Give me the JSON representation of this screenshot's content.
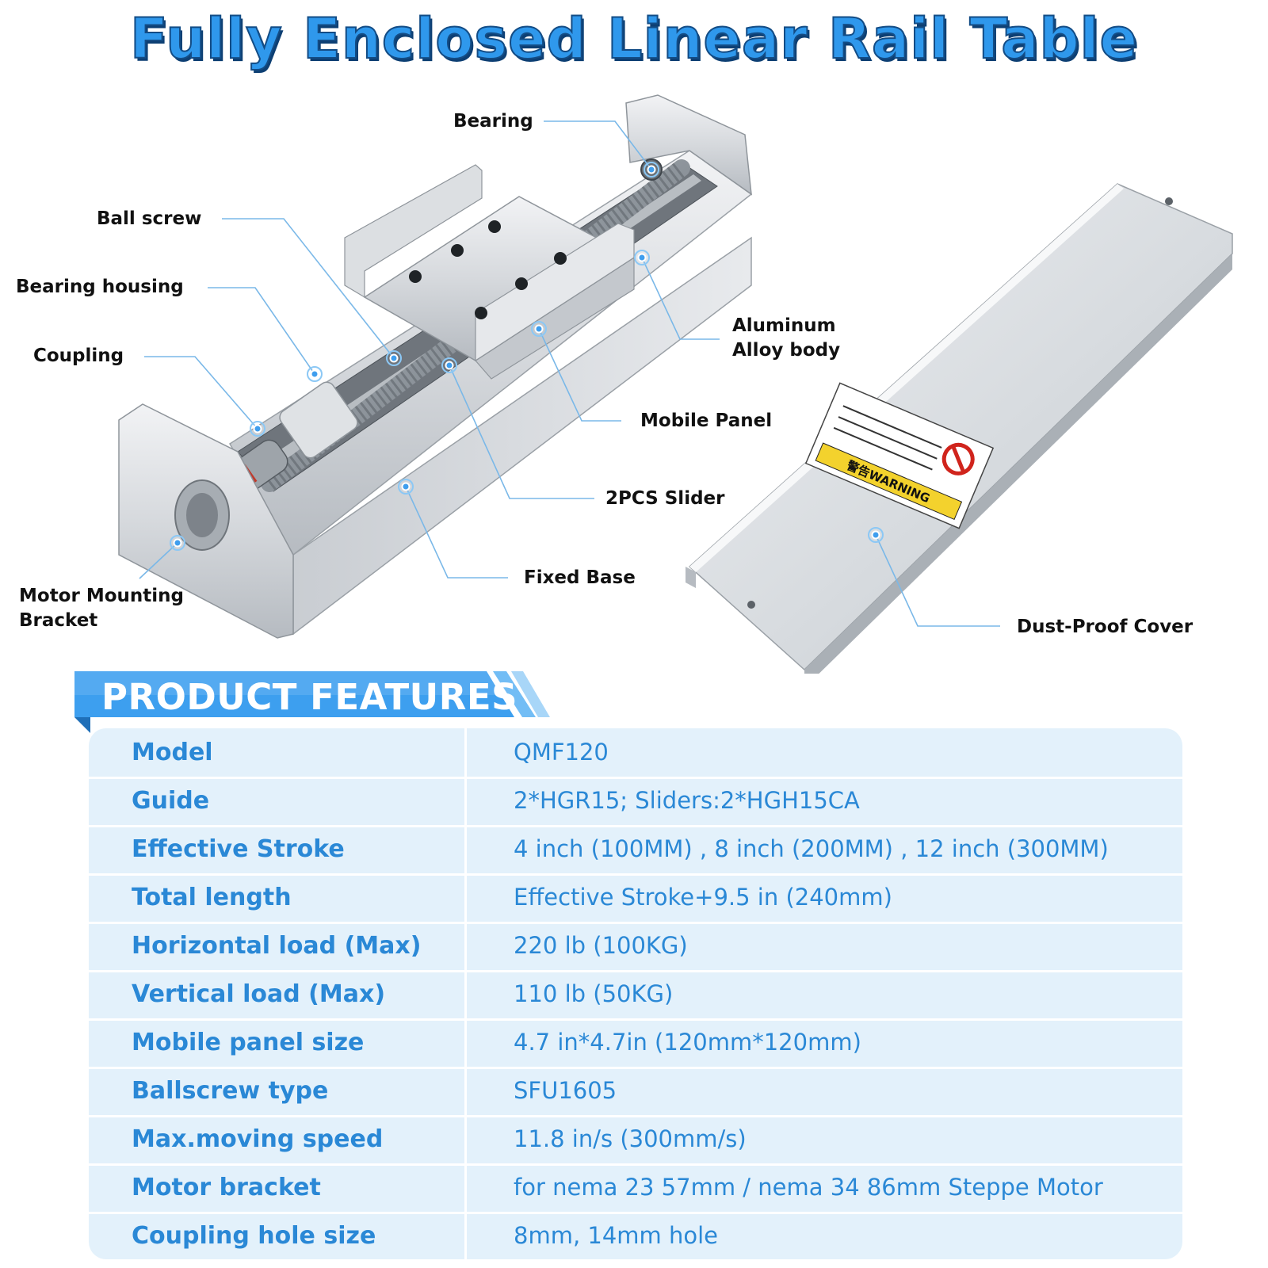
{
  "title": "Fully Enclosed Linear Rail Table",
  "callouts": {
    "bearing": "Bearing",
    "ball_screw": "Ball screw",
    "bearing_housing": "Bearing housing",
    "coupling": "Coupling",
    "motor_bracket_1": "Motor Mounting",
    "motor_bracket_2": "Bracket",
    "aluminum_1": "Aluminum",
    "aluminum_2": "Alloy body",
    "mobile_panel": "Mobile Panel",
    "slider": "2PCS Slider",
    "fixed_base": "Fixed Base",
    "dust_cover": "Dust-Proof Cover"
  },
  "warning_label": {
    "heading": "警告WARNING"
  },
  "features": {
    "heading": "PRODUCT FEATURES",
    "rows": [
      {
        "label": "Model",
        "value": "QMF120"
      },
      {
        "label": "Guide",
        "value": "2*HGR15;  Sliders:2*HGH15CA"
      },
      {
        "label": "Effective Stroke",
        "value": "4 inch (100MM) , 8 inch (200MM) , 12 inch (300MM)"
      },
      {
        "label": "Total length",
        "value": "Effective Stroke+9.5 in (240mm)"
      },
      {
        "label": "Horizontal load (Max)",
        "value": "220 lb (100KG)"
      },
      {
        "label": "Vertical load (Max)",
        "value": "110 lb (50KG)"
      },
      {
        "label": "Mobile panel size",
        "value": "4.7 in*4.7in (120mm*120mm)"
      },
      {
        "label": "Ballscrew type",
        "value": "SFU1605"
      },
      {
        "label": "Max.moving speed",
        "value": "11.8 in/s (300mm/s)"
      },
      {
        "label": "Motor bracket",
        "value": "for nema 23 57mm / nema 34 86mm Steppe Motor"
      },
      {
        "label": "Coupling hole size",
        "value": "8mm, 14mm hole"
      }
    ]
  },
  "colors": {
    "accent": "#2f98ec",
    "table_bg": "#e3f1fb",
    "text_blue": "#2a88d6"
  }
}
